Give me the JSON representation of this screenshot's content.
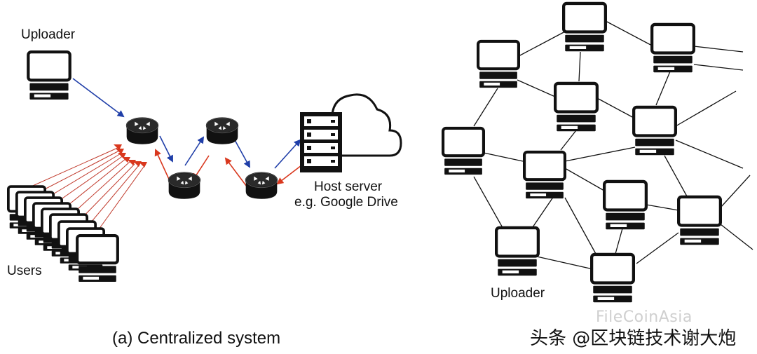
{
  "left_panel": {
    "uploader_label": "Uploader",
    "users_label": "Users",
    "host_label_line1": "Host server",
    "host_label_line2": "e.g. Google Drive",
    "caption": "(a) Centralized system"
  },
  "right_panel": {
    "uploader_label": "Uploader"
  },
  "watermark": "FileCoinAsia",
  "credit": "头条 @区块链技术谢大炮",
  "colors": {
    "upload_arrow": "#1f3ea8",
    "download_arrow": "#d9381e",
    "user_lines": "#c0392b",
    "ink": "#111111"
  },
  "icons": [
    "computer-icon",
    "router-icon",
    "server-rack-icon",
    "cloud-icon"
  ]
}
